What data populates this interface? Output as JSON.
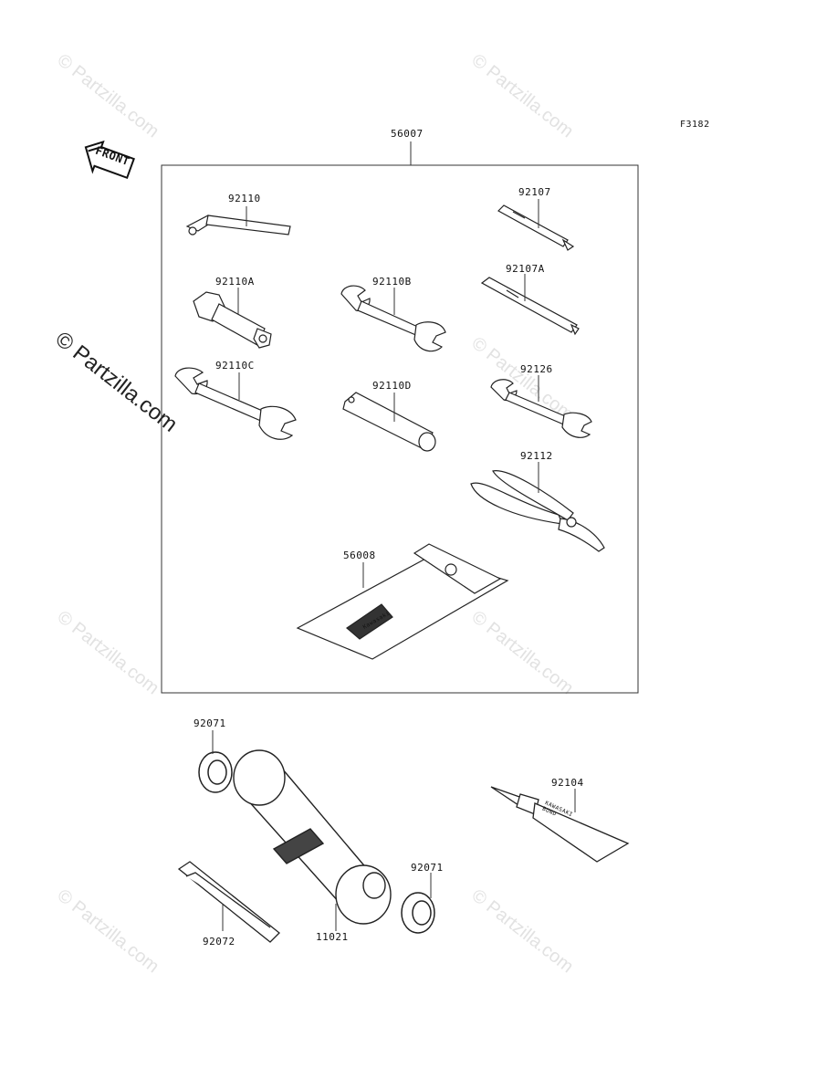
{
  "diagram": {
    "code": "F3182",
    "front_label": "FRONT",
    "watermark": "© Partzilla.com",
    "parts": {
      "kit": "56007",
      "hex_key": "92110",
      "screwdriver_1": "92107",
      "box_wrench": "92110A",
      "wrench_b": "92110B",
      "screwdriver_2": "92107A",
      "wrench_c": "92110C",
      "plug_wrench": "92110D",
      "wrench_small": "92126",
      "pliers": "92112",
      "pouch": "56008",
      "washer_top": "92071",
      "grip": "92072",
      "tool_case": "11021",
      "washer_bottom": "92071",
      "bond": "92104"
    },
    "pouch_brand": "Kawasaki",
    "tube_text": "KAWASAKI BOND"
  }
}
